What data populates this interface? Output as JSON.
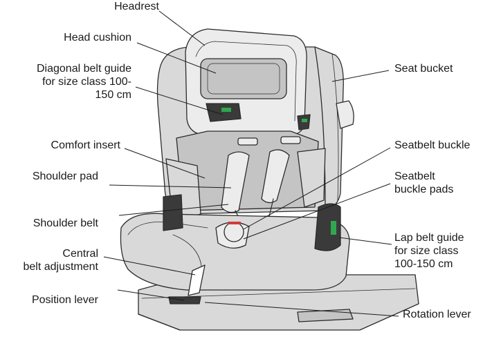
{
  "labels": {
    "headrest": "Headrest",
    "head_cushion": "Head cushion",
    "diagonal_belt_guide": "Diagonal belt guide\nfor size class 100-\n150 cm",
    "comfort_insert": "Comfort insert",
    "shoulder_pad": "Shoulder pad",
    "shoulder_belt": "Shoulder belt",
    "central_belt_adjustment": "Central\nbelt adjustment",
    "position_lever": "Position lever",
    "seat_bucket": "Seat bucket",
    "seatbelt_buckle": "Seatbelt buckle",
    "seatbelt_buckle_pads": "Seatbelt\nbuckle pads",
    "lap_belt_guide": "Lap belt guide\nfor size class\n100-150 cm",
    "rotation_lever": "Rotation lever"
  },
  "colors": {
    "seat_fill": "#d9d9d9",
    "seat_shade": "#c4c4c4",
    "padding_fill": "#ececec",
    "outline": "#2b2b2b",
    "dark_part": "#3a3a3a",
    "accent_green": "#2fa84f",
    "accent_red": "#d23a3a"
  }
}
